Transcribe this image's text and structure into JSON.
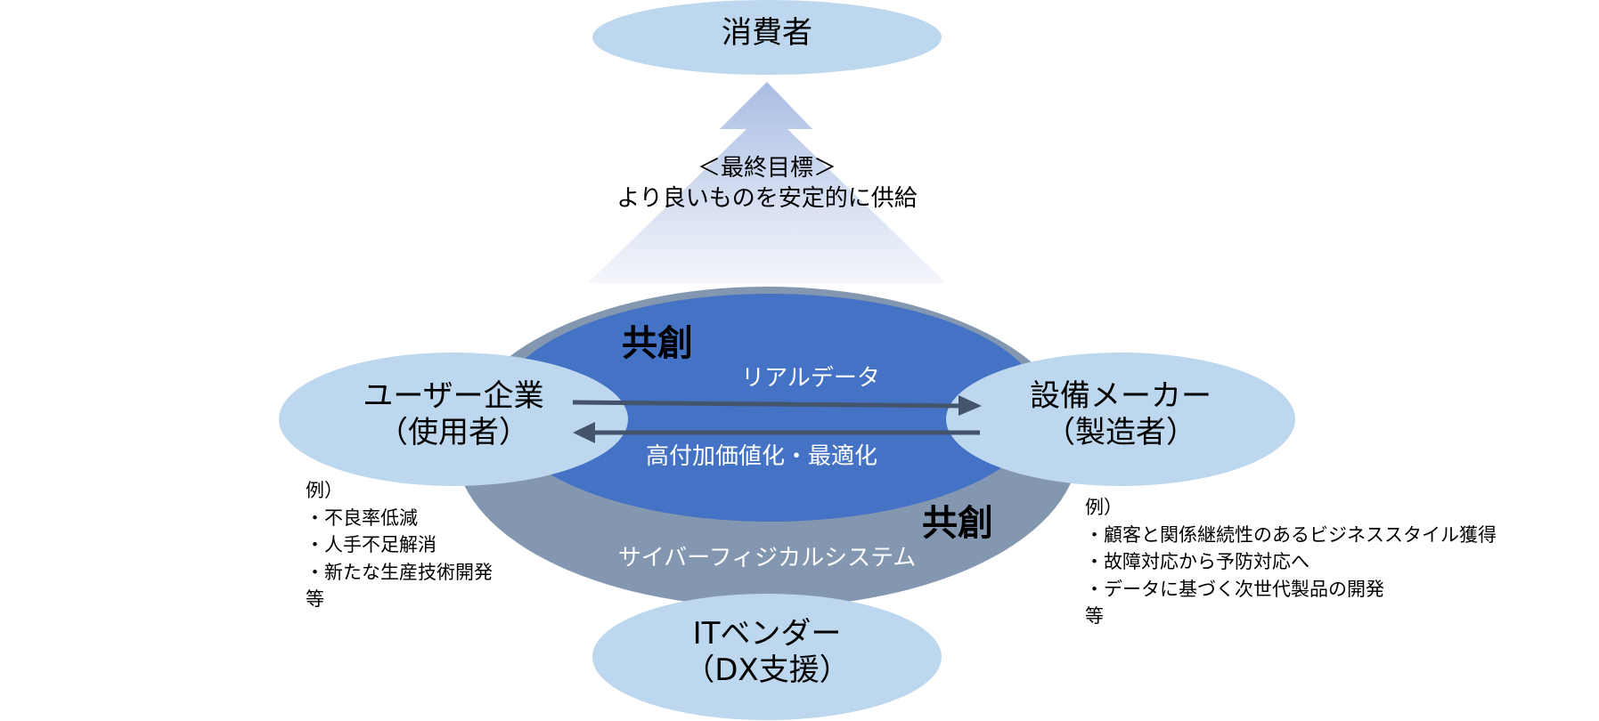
{
  "colors": {
    "node_fill": "#BDD7EE",
    "cps_fill": "#8497B0",
    "cocreation_fill": "#4472C4",
    "arrow": "#44546A",
    "goal_gradient_top": "#A9BDE3",
    "goal_gradient_bottom": "#F4F6FB"
  },
  "nodes": {
    "consumer": {
      "label": "消費者"
    },
    "user_company": {
      "line1": "ユーザー企業",
      "line2": "（使用者）"
    },
    "equipment_maker": {
      "line1": "設備メーカー",
      "line2": "（製造者）"
    },
    "it_vendor": {
      "line1": "ITベンダー",
      "line2": "（DX支援）"
    }
  },
  "goal": {
    "heading": "＜最終目標＞",
    "text": "より良いものを安定的に供給"
  },
  "cocreation_inner": "共創",
  "cocreation_outer": "共創",
  "arrows": {
    "to_maker": "リアルデータ",
    "to_user": "高付加価値化・最適化"
  },
  "cps_label": "サイバーフィジカルシステム",
  "user_examples": {
    "heading": "例）",
    "items": [
      "・不良率低減",
      "・人手不足解消",
      "・新たな生産技術開発"
    ],
    "footer": "等"
  },
  "maker_examples": {
    "heading": "例）",
    "items": [
      "・顧客と関係継続性のあるビジネススタイル獲得",
      "・故障対応から予防対応へ",
      "・データに基づく次世代製品の開発"
    ],
    "footer": "等"
  }
}
